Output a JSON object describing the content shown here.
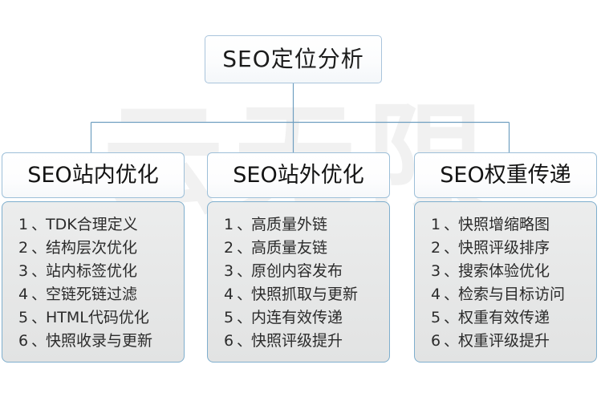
{
  "watermark": {
    "text": "云无限"
  },
  "colors": {
    "connector_line": "#6f9fc0",
    "box_border": "#7eaecd",
    "header_border": "#9dbfd8",
    "title_border": "#a9c4dc",
    "text": "#1b1b1b",
    "body_bg": "#e7e8e8",
    "watermark": "#efefef"
  },
  "title": {
    "label": "SEO定位分析"
  },
  "columns": [
    {
      "header": "SEO站内优化",
      "items": [
        {
          "num": "1",
          "sep": "、",
          "text": "TDK合理定义"
        },
        {
          "num": "2",
          "sep": "、",
          "text": "结构层次优化"
        },
        {
          "num": "3",
          "sep": "、",
          "text": "站内标签优化"
        },
        {
          "num": "4",
          "sep": "、",
          "text": "空链死链过滤"
        },
        {
          "num": "5",
          "sep": "、",
          "text": "HTML代码优化"
        },
        {
          "num": "6",
          "sep": "、",
          "text": "快照收录与更新"
        }
      ]
    },
    {
      "header": "SEO站外优化",
      "items": [
        {
          "num": "1",
          "sep": "、",
          "text": "高质量外链"
        },
        {
          "num": "2",
          "sep": "、",
          "text": "高质量友链"
        },
        {
          "num": "3",
          "sep": "、",
          "text": "原创内容发布"
        },
        {
          "num": "4",
          "sep": "、",
          "text": "快照抓取与更新"
        },
        {
          "num": "5",
          "sep": "、",
          "text": "内连有效传递"
        },
        {
          "num": "6",
          "sep": "、",
          "text": "快照评级提升"
        }
      ]
    },
    {
      "header": "SEO权重传递",
      "items": [
        {
          "num": "1",
          "sep": "、",
          "text": "快照增缩略图"
        },
        {
          "num": "2",
          "sep": "、",
          "text": "快照评级排序"
        },
        {
          "num": "3",
          "sep": "、",
          "text": "搜索体验优化"
        },
        {
          "num": "4",
          "sep": "、",
          "text": "检索与目标访问"
        },
        {
          "num": "5",
          "sep": "、",
          "text": "权重有效传递"
        },
        {
          "num": "6",
          "sep": "、",
          "text": "权重评级提升"
        }
      ]
    }
  ]
}
